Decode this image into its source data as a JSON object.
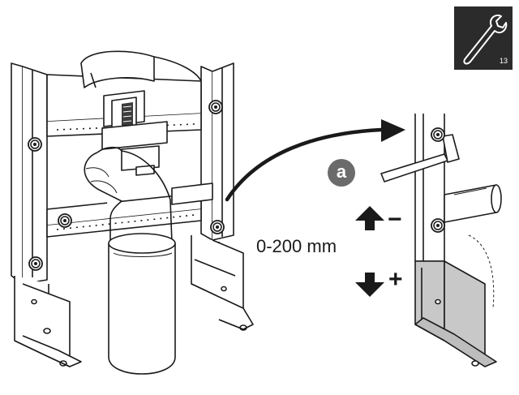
{
  "tool_badge": {
    "icon": "wrench-icon",
    "size_label": "13",
    "background": "#2b2b2b",
    "foreground": "#ffffff"
  },
  "callout": {
    "letter": "a",
    "background": "#6b6b6b",
    "foreground": "#ffffff"
  },
  "adjustment": {
    "range_label": "0-200 mm",
    "up_sign": "−",
    "down_sign": "+"
  },
  "colors": {
    "line": "#1a1a1a",
    "highlight": "#c8c8c8",
    "arrow": "#1a1a1a"
  }
}
